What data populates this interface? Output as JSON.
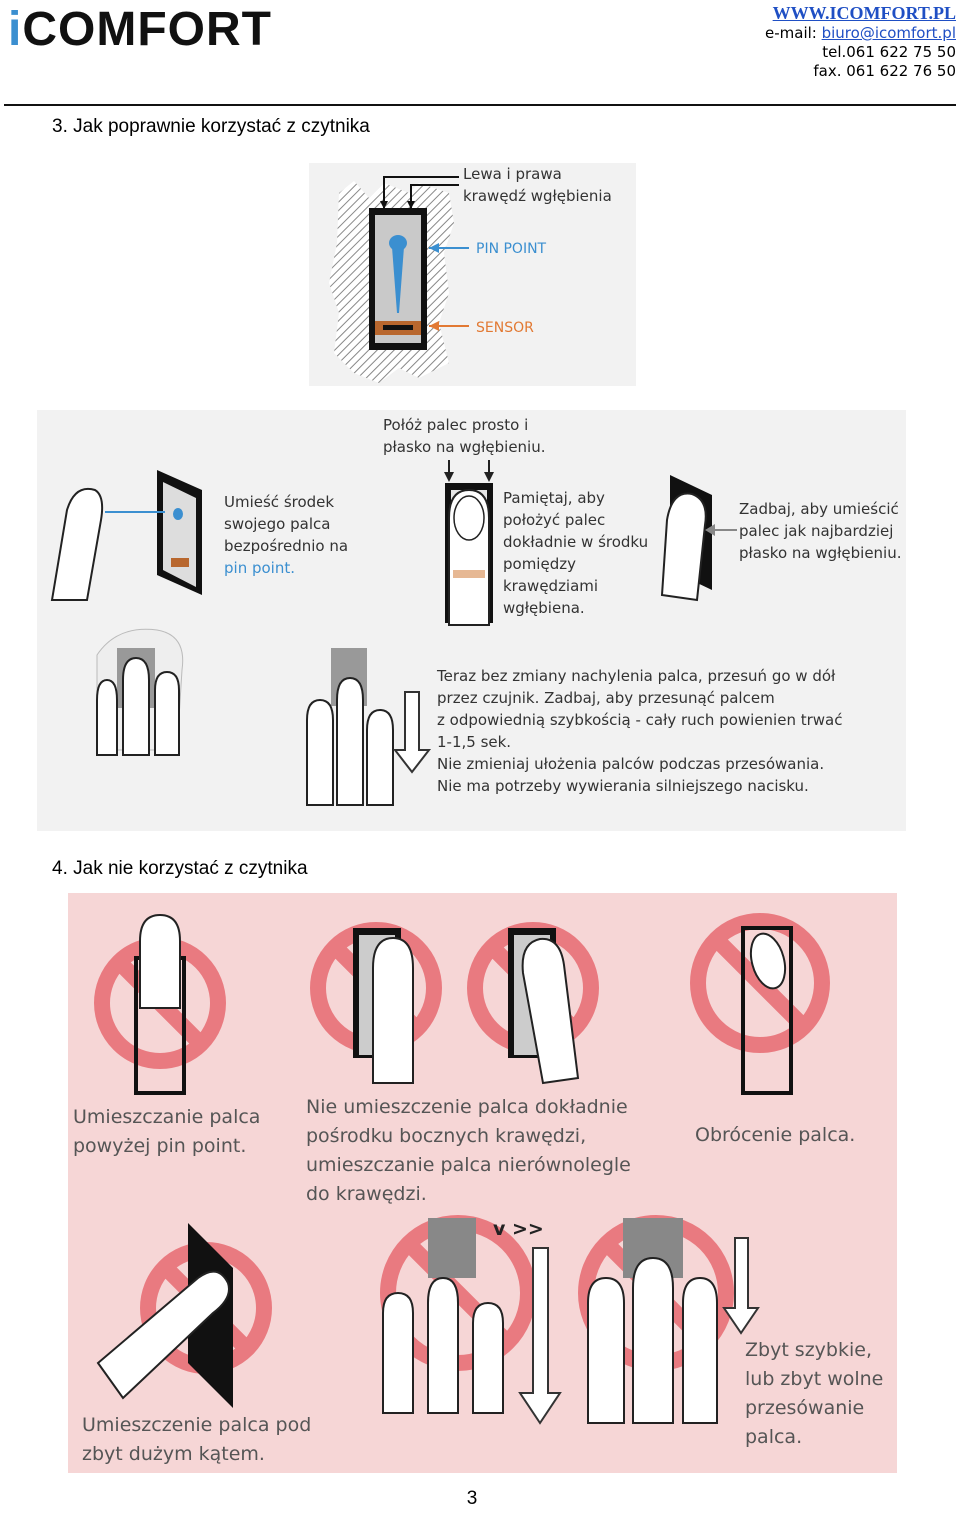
{
  "header": {
    "logo_i": "i",
    "logo_rest": "COMFORT",
    "website": "WWW.ICOMFORT.PL",
    "email_label": "e-mail: ",
    "email": "biuro@icomfort.pl",
    "phone": "tel.061 622 75 50",
    "fax": "fax. 061 622 76 50"
  },
  "section3": {
    "heading": "3.   Jak poprawnie korzystać z czytnika",
    "diagram": {
      "edges_label_1": "Lewa i prawa",
      "edges_label_2": "krawędź wgłębienia",
      "pin_point_label": "PIN POINT",
      "sensor_label": "SENSOR"
    },
    "steps": {
      "flat_1": "Połóż palec prosto i",
      "flat_2": "płasko na wgłębieniu.",
      "center_1": "Umieść środek",
      "center_2": "swojego palca",
      "center_3": "bezpośrednio na",
      "center_4": "pin point.",
      "remember_1": "Pamiętaj, aby",
      "remember_2": "położyć palec",
      "remember_3": "dokładnie w środku",
      "remember_4": "pomiędzy",
      "remember_5": "krawędziami",
      "remember_6": "wgłębiena.",
      "ensure_1": "Zadbaj, aby umieścić",
      "ensure_2": "palec jak najbardziej",
      "ensure_3": "płasko na wgłębieniu.",
      "slide_1": "Teraz bez zmiany nachylenia palca, przesuń go w dół",
      "slide_2": "przez czujnik. Zadbaj, aby przesunąć palcem",
      "slide_3": "z odpowiednią szybkością - cały ruch powienien trwać",
      "slide_4": "1-1,5 sek.",
      "slide_5": "Nie zmieniaj ułożenia palców podczas przesówania.",
      "slide_6": "Nie ma potrzeby wywierania silniejszego nacisku."
    }
  },
  "section4": {
    "heading": "4.   Jak nie korzystać z czytnika",
    "above_1": "Umieszczanie palca",
    "above_2": "powyżej pin point.",
    "notcenter_1": "Nie umieszczenie palca dokładnie",
    "notcenter_2": "pośrodku bocznych krawędzi,",
    "notcenter_3": "umieszczanie palca nierównolegle",
    "notcenter_4": "do krawędzi.",
    "rotate": "Obrócenie palca.",
    "angle_1": "Umieszczenie palca pod",
    "angle_2": "zbyt dużym kątem.",
    "speed_marker": "v >>",
    "speed_1": "Zbyt szybkie,",
    "speed_2": "lub zbyt wolne",
    "speed_3": "przesówanie",
    "speed_4": "palca."
  },
  "page_number": "3",
  "colors": {
    "accent_blue": "#3b8fd0",
    "sensor_orange": "#e27933",
    "prohibit_red": "#e0303a",
    "link_blue": "#1f4fc4"
  }
}
